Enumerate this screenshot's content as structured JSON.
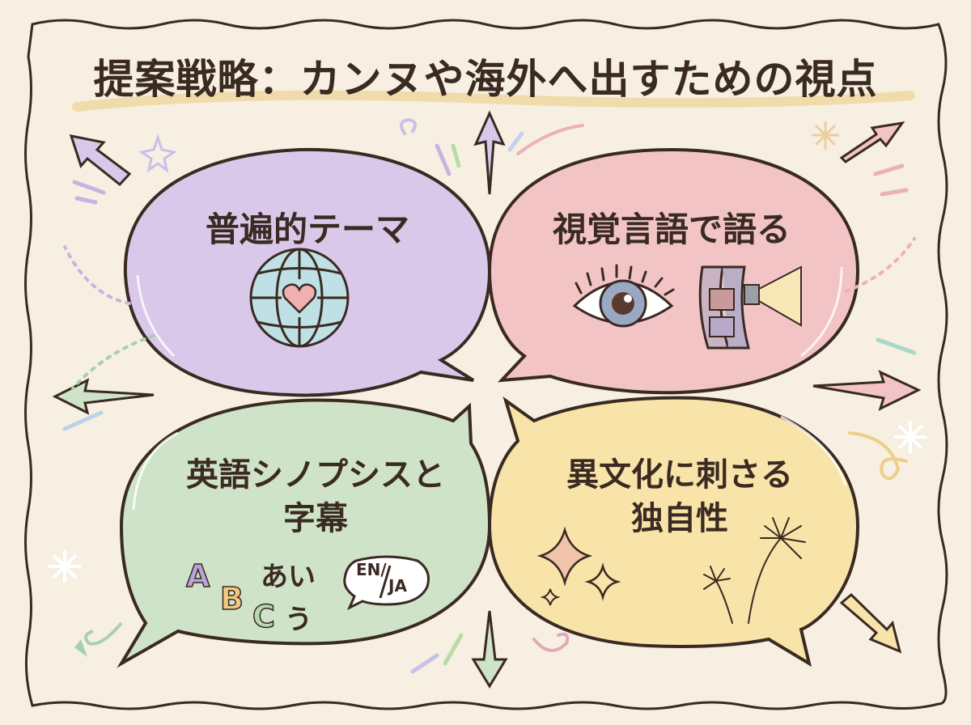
{
  "title": "提案戦略：カンヌや海外へ出すための視点",
  "colors": {
    "background": "#f6efe2",
    "ink": "#3a2a22",
    "purple": "#d9c8ea",
    "pink": "#f2c4c6",
    "green": "#cfe3c8",
    "yellow": "#f8e3a8",
    "title_highlight": "#eed8a0"
  },
  "bubbles": [
    {
      "id": "universal-theme",
      "label": "普遍的テーマ",
      "icon": "globe-heart-icon",
      "color": "purple",
      "position": "top-left"
    },
    {
      "id": "visual-language",
      "label": "視覚言語で語る",
      "icons": [
        "eye-icon",
        "film-projector-icon"
      ],
      "color": "pink",
      "position": "top-right"
    },
    {
      "id": "english-synopsis",
      "label_line1": "英語シノプシスと",
      "label_line2": "字幕",
      "icons": [
        "abc-letters-icon",
        "kana-icon",
        "en-ja-speech-icon"
      ],
      "extras": {
        "letters": [
          "A",
          "B",
          "C"
        ],
        "kana": [
          "あい",
          "う"
        ],
        "lang_top": "EN/",
        "lang_bottom": "JA"
      },
      "color": "green",
      "position": "bottom-left"
    },
    {
      "id": "cultural-uniqueness",
      "label_line1": "異文化に刺さる",
      "label_line2": "独自性",
      "icons": [
        "sparkle-icon",
        "fireworks-icon"
      ],
      "color": "yellow",
      "position": "bottom-right"
    }
  ],
  "arrows": [
    "up",
    "down",
    "left",
    "right",
    "up-left",
    "up-right",
    "down-left",
    "down-right"
  ]
}
